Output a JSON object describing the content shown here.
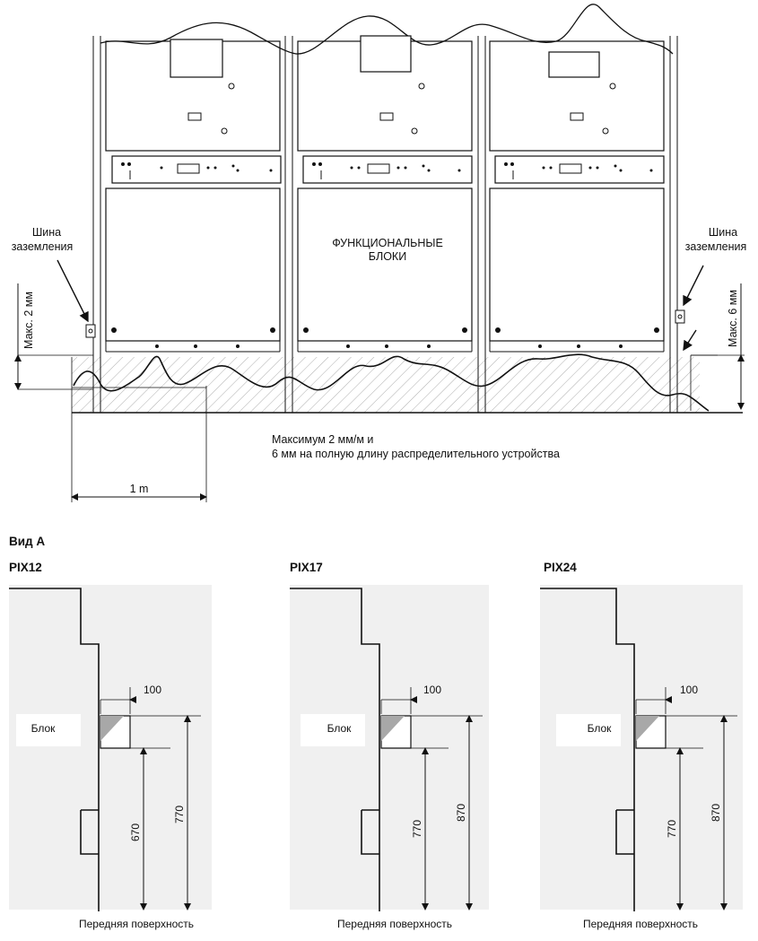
{
  "top": {
    "ground_left_label": [
      "Шина",
      "заземления"
    ],
    "ground_right_label": [
      "Шина",
      "заземления"
    ],
    "max_left": "Макс. 2 мм",
    "max_right": "Макс. 6 мм",
    "center_label": [
      "ФУНКЦИОНАЛЬНЫЕ",
      "БЛОКИ"
    ],
    "note": [
      "Максимум 2 мм/м и",
      "6 мм на полную длину распределительного устройства"
    ],
    "span_label": "1 m"
  },
  "view_title": "Вид А",
  "views": [
    {
      "title": "PIX12",
      "block_label": "Блок",
      "dim_top": "100",
      "dim_inner": "670",
      "dim_outer": "770",
      "front_label": "Передняя поверхность"
    },
    {
      "title": "PIX17",
      "block_label": "Блок",
      "dim_top": "100",
      "dim_inner": "770",
      "dim_outer": "870",
      "front_label": "Передняя поверхность"
    },
    {
      "title": "PIX24",
      "block_label": "Блок",
      "dim_top": "100",
      "dim_inner": "770",
      "dim_outer": "870",
      "front_label": "Передняя поверхность"
    }
  ]
}
